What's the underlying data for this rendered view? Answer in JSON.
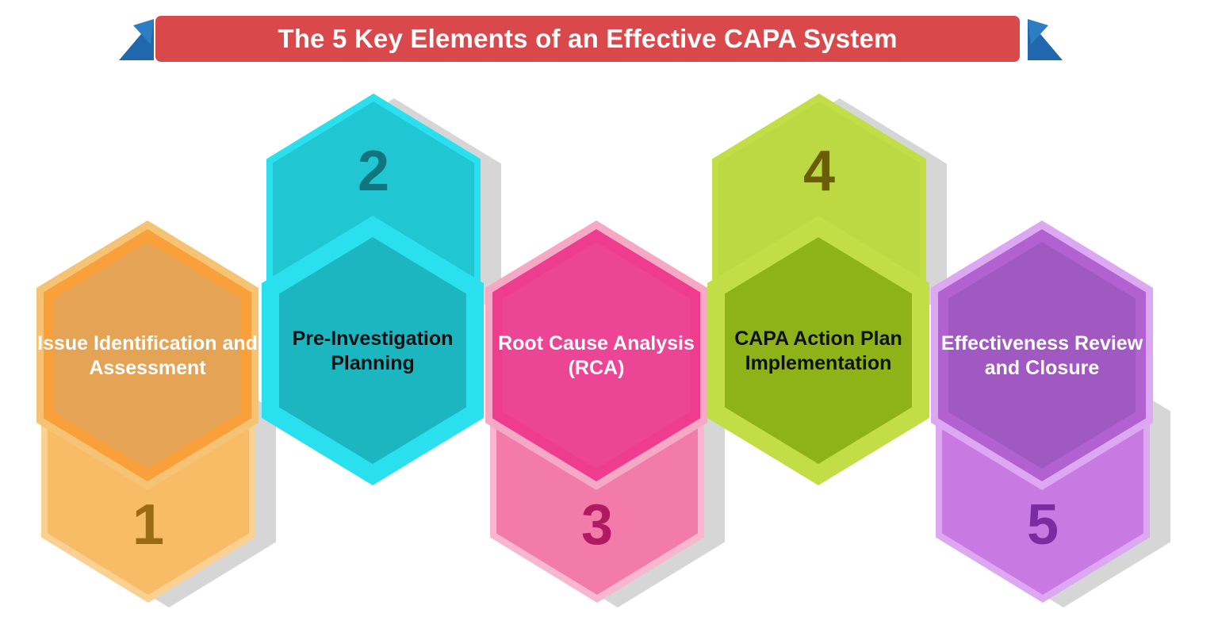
{
  "header": {
    "title": "The 5 Key Elements of an Effective CAPA System",
    "banner_color": "#d9484a",
    "deco_color": "#2167ae",
    "deco_left_icon": "double-triangle-icon",
    "deco_right_icon": "double-triangle-icon"
  },
  "chart_data": {
    "type": "diagram",
    "title": "The 5 Key Elements of an Effective CAPA System",
    "steps": [
      {
        "number": "1",
        "label": "Issue Identification and Assessment"
      },
      {
        "number": "2",
        "label": "Pre-Investigation Planning"
      },
      {
        "number": "3",
        "label": "Root Cause Analysis (RCA)"
      },
      {
        "number": "4",
        "label": "CAPA Action Plan Implementation"
      },
      {
        "number": "5",
        "label": "Effectiveness Review and Closure"
      }
    ]
  },
  "steps": [
    {
      "number": "1",
      "label": "Issue Identification and Assessment",
      "number_position": "bottom",
      "colors": {
        "outer": "#f6c375",
        "mid": "#f9a03a",
        "inner": "#e5a355",
        "num_outer": "#fbd093",
        "num_inner": "#f8bb66",
        "num_text": "#9a6b12",
        "label_text": "#ffffff"
      }
    },
    {
      "number": "2",
      "label": "Pre-Investigation Planning",
      "number_position": "top",
      "colors": {
        "outer": "#2ae0ee",
        "mid": "#2ae0ee",
        "inner": "#1bb6bf",
        "num_outer": "#2ae0ee",
        "num_inner": "#20c6d2",
        "num_text": "#10757c",
        "label_text": "#111111"
      }
    },
    {
      "number": "3",
      "label": "Root Cause Analysis (RCA)",
      "number_position": "bottom",
      "colors": {
        "outer": "#f6a9c4",
        "mid": "#ee3d8e",
        "inner": "#ec4595",
        "num_outer": "#f8b7cf",
        "num_inner": "#f37ba9",
        "num_text": "#b01a62",
        "label_text": "#ffffff"
      }
    },
    {
      "number": "4",
      "label": "CAPA Action Plan Implementation",
      "number_position": "top",
      "colors": {
        "outer": "#c2dd45",
        "mid": "#c2dd45",
        "inner": "#8db318",
        "num_outer": "#c2dd45",
        "num_inner": "#bcd843",
        "num_text": "#6b5c08",
        "label_text": "#111111"
      }
    },
    {
      "number": "5",
      "label": "Effectiveness Review and Closure",
      "number_position": "bottom",
      "colors": {
        "outer": "#dda8f2",
        "mid": "#b162d0",
        "inner": "#a059c0",
        "num_outer": "#dda8f2",
        "num_inner": "#c97ae2",
        "num_text": "#7b2ca0",
        "label_text": "#ffffff"
      }
    }
  ]
}
